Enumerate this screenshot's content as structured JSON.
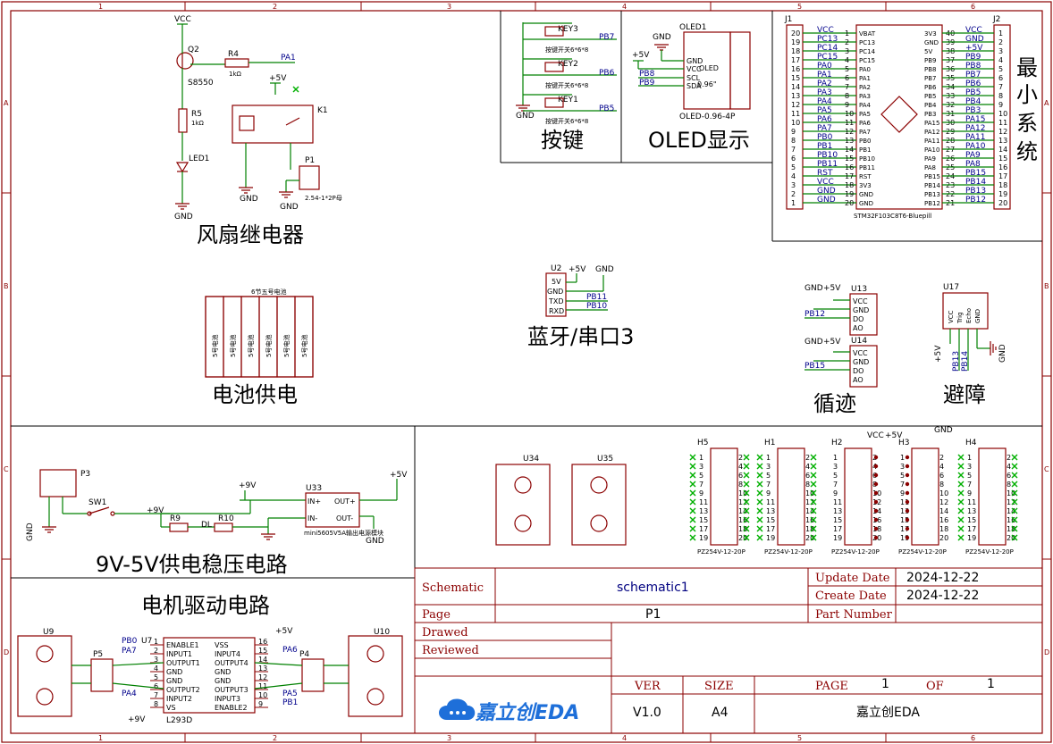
{
  "zones": {
    "columns": [
      "1",
      "2",
      "3",
      "4",
      "5",
      "6"
    ],
    "rows": [
      "A",
      "B",
      "C",
      "D"
    ]
  },
  "sections": {
    "fan_relay": "风扇继电器",
    "keys": "按键",
    "oled": "OLED显示",
    "min_system": "最小系统",
    "battery": "电池供电",
    "bluetooth": "蓝牙/串口3",
    "tracking": "循迹",
    "obstacle": "避障",
    "regulator": "9V-5V供电稳压电路",
    "motor": "电机驱动电路"
  },
  "fan_relay": {
    "vcc": "VCC",
    "q2": "Q2",
    "q2_part": "S8550",
    "r4": "R4",
    "r4_val": "1kΩ",
    "r5": "R5",
    "r5_val": "1kΩ",
    "pa1": "PA1",
    "led1": "LED1",
    "k1": "K1",
    "p1": "P1",
    "p1_part": "2.54-1*2P母",
    "plus5v": "+5V",
    "gnd": "GND"
  },
  "keys": {
    "key3": "KEY3",
    "key2": "KEY2",
    "key1": "KEY1",
    "pb7": "PB7",
    "pb6": "PB6",
    "pb5": "PB5",
    "switch_part": "按键开关6*6*8"
  },
  "oled": {
    "ref": "OLED1",
    "gnd": "GND",
    "plus5v": "+5V",
    "pb8": "PB8",
    "pb9": "PB9",
    "pins": [
      "GND",
      "VCC",
      "SCL",
      "SDA"
    ],
    "text1": "OLED",
    "text2": "0.96\"",
    "part": "OLED-0.96-4P"
  },
  "mcu": {
    "j1": "J1",
    "j2": "J2",
    "part": "STM32F103C8T6-Bluepill",
    "left_nets": [
      "VCC",
      "PC13",
      "PC14",
      "PC15",
      "PA0",
      "PA1",
      "PA2",
      "PA3",
      "PA4",
      "PA5",
      "PA6",
      "PA7",
      "PB0",
      "PB1",
      "PB10",
      "PB11",
      "RST",
      "VCC",
      "GND",
      "GND"
    ],
    "left_pins": [
      "VBAT",
      "PC13",
      "PC14",
      "PC15",
      "PA0",
      "PA1",
      "PA2",
      "PA3",
      "PA4",
      "PA5",
      "PA6",
      "PA7",
      "PB0",
      "PB1",
      "PB10",
      "PB11",
      "RST",
      "3V3",
      "GND",
      "GND"
    ],
    "right_nets": [
      "VCC",
      "GND",
      "+5V",
      "PB9",
      "PB8",
      "PB7",
      "PB6",
      "PB5",
      "PB4",
      "PB3",
      "PA15",
      "PA12",
      "PA11",
      "PA10",
      "PA9",
      "PA8",
      "PB15",
      "PB14",
      "PB13",
      "PB12"
    ],
    "right_pins": [
      "3V3",
      "GND",
      "5V",
      "PB9",
      "PB8",
      "PB7",
      "PB6",
      "PB5",
      "PB4",
      "PB3",
      "PA15",
      "PA12",
      "PA11",
      "PA10",
      "PA9",
      "PA8",
      "PB15",
      "PB14",
      "PB13",
      "PB12"
    ]
  },
  "bluetooth": {
    "ref": "U2",
    "plus5v": "+5V",
    "gnd": "GND",
    "pins": [
      "5V",
      "GND",
      "TXD",
      "RXD"
    ],
    "pb11": "PB11",
    "pb10": "PB10"
  },
  "battery": {
    "title": "6节五号电池",
    "cell": "5号电池",
    "count": 6
  },
  "tracking": {
    "u13": "U13",
    "u14": "U14",
    "gnd": "GND",
    "plus5v": "+5V",
    "pins": [
      "VCC",
      "GND",
      "DO",
      "AO"
    ],
    "pb12": "PB12",
    "pb15": "PB15"
  },
  "obstacle": {
    "ref": "U17",
    "pins": [
      "VCC",
      "Trig",
      "Echo",
      "GND"
    ],
    "plus5v": "+5V",
    "pb13": "PB13",
    "pb14": "PB14",
    "gnd": "GND"
  },
  "regulator": {
    "p3": "P3",
    "sw1": "SW1",
    "plus9v_a": "+9V",
    "plus9v_b": "+9V",
    "r9": "R9",
    "dl": "DL",
    "r10": "R10",
    "u33": "U33",
    "in_plus": "IN+",
    "in_minus": "IN-",
    "out_plus": "OUT+",
    "out_minus": "OUT-",
    "part": "mini5605V5A输出电源模块",
    "plus5v": "+5V",
    "gnd": "GND"
  },
  "mounts": {
    "u34": "U34",
    "u35": "U35",
    "u9": "U9",
    "u10": "U10"
  },
  "headers": {
    "refs": [
      "H5",
      "H1",
      "H2",
      "H3",
      "H4"
    ],
    "part": "PZ254V-12-20P",
    "vcc": "VCC",
    "plus5v": "+5V",
    "gnd": "GND"
  },
  "motor": {
    "u7": "U7",
    "part": "L293D",
    "p5": "P5",
    "p4": "P4",
    "pb0": "PB0",
    "pa7": "PA7",
    "pa4": "PA4",
    "pa6": "PA6",
    "pa5": "PA5",
    "pb1": "PB1",
    "plus5v": "+5V",
    "plus9v": "+9V",
    "left_pins": [
      "ENABLE1",
      "INPUT1",
      "OUTPUT1",
      "GND",
      "GND",
      "OUTPUT2",
      "INPUT2",
      "VS"
    ],
    "right_pins": [
      "VSS",
      "INPUT4",
      "OUTPUT4",
      "GND",
      "GND",
      "OUTPUT3",
      "INPUT3",
      "ENABLE2"
    ]
  },
  "title_block": {
    "schematic_label": "Schematic",
    "schematic_value": "schematic1",
    "page_label": "Page",
    "page_value": "P1",
    "drawed_label": "Drawed",
    "reviewed_label": "Reviewed",
    "update_label": "Update Date",
    "update_value": "2024-12-22",
    "create_label": "Create Date",
    "create_value": "2024-12-22",
    "part_label": "Part Number",
    "ver_label": "VER",
    "ver_value": "V1.0",
    "size_label": "SIZE",
    "size_value": "A4",
    "page_count_label": "PAGE",
    "page_count_value": "1",
    "of_label": "OF",
    "of_value": "1",
    "brand": "嘉立创EDA",
    "company": "嘉立创EDA"
  }
}
